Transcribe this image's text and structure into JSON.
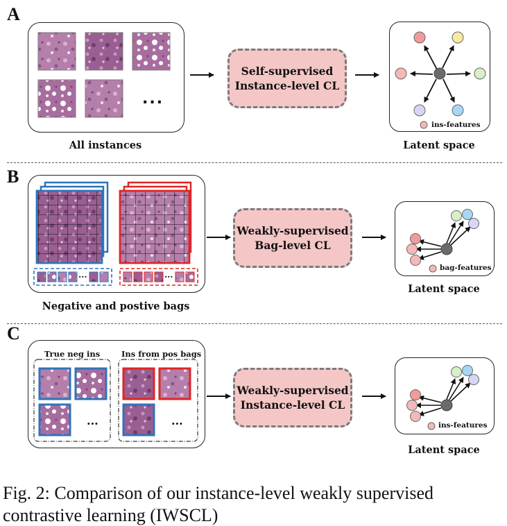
{
  "panels": {
    "a": {
      "letter": "A",
      "input_caption": "All instances",
      "ellipsis": "...",
      "method_line1": "Self-supervised",
      "method_line2": "Instance-level CL",
      "latent_caption": "Latent space",
      "legend": "ins-features"
    },
    "b": {
      "letter": "B",
      "input_caption": "Negative and postive bags",
      "ellipsis": "...",
      "method_line1": "Weakly-supervised",
      "method_line2": "Bag-level CL",
      "latent_caption": "Latent space",
      "legend": "bag-features"
    },
    "c": {
      "letter": "C",
      "neg_label": "True neg ins",
      "pos_label": "Ins from pos bags",
      "ellipsis": "...",
      "method_line1": "Weakly-supervised",
      "method_line2": "Instance-level CL",
      "latent_caption": "Latent space",
      "legend": "ins-features"
    }
  },
  "colors": {
    "negative": "#2f73b8",
    "positive": "#e02424",
    "method_fill": "#f4c7c6",
    "tissue": "#b07aa6",
    "node_center": "#6b6b6b"
  },
  "figure_caption": {
    "line1": "Fig. 2: Comparison of our instance-level weakly supervised",
    "line2": "contrastive learning (IWSCL)"
  }
}
